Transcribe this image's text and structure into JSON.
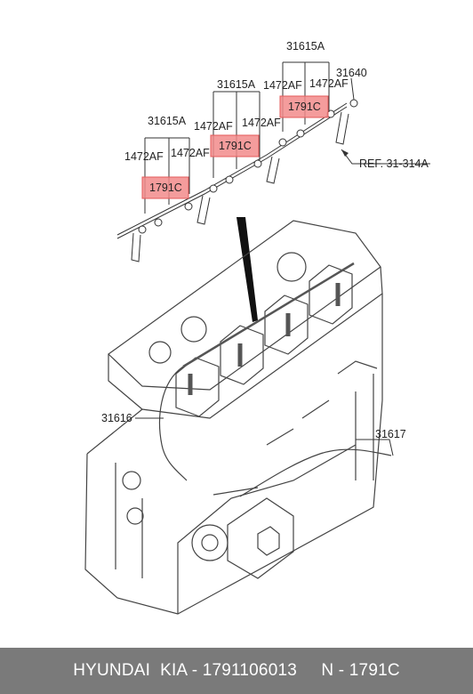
{
  "labels": {
    "a1_31615a": "31615A",
    "a1_1472af_left": "1472AF",
    "a1_1472af_right": "1472AF",
    "a1_1791c": "1791C",
    "a2_31615a": "31615A",
    "a2_1472af_left": "1472AF",
    "a2_1472af_right": "1472AF",
    "a2_1791c": "1791C",
    "a3_31615a": "31615A",
    "a3_1472af_left": "1472AF",
    "a3_1472af_right": "1472AF",
    "a3_1791c": "1791C",
    "part_31640": "31640",
    "ref": "REF. 31-314A",
    "part_31616": "31616",
    "part_31617": "31617"
  },
  "footer": {
    "text": "HYUNDAI  KIA - 1791106013     N - 1791C"
  },
  "colors": {
    "highlight_fill": "#f28b8b",
    "highlight_stroke": "#e35a5a",
    "footer_bg": "#7a7a7a",
    "footer_text": "#ffffff"
  }
}
